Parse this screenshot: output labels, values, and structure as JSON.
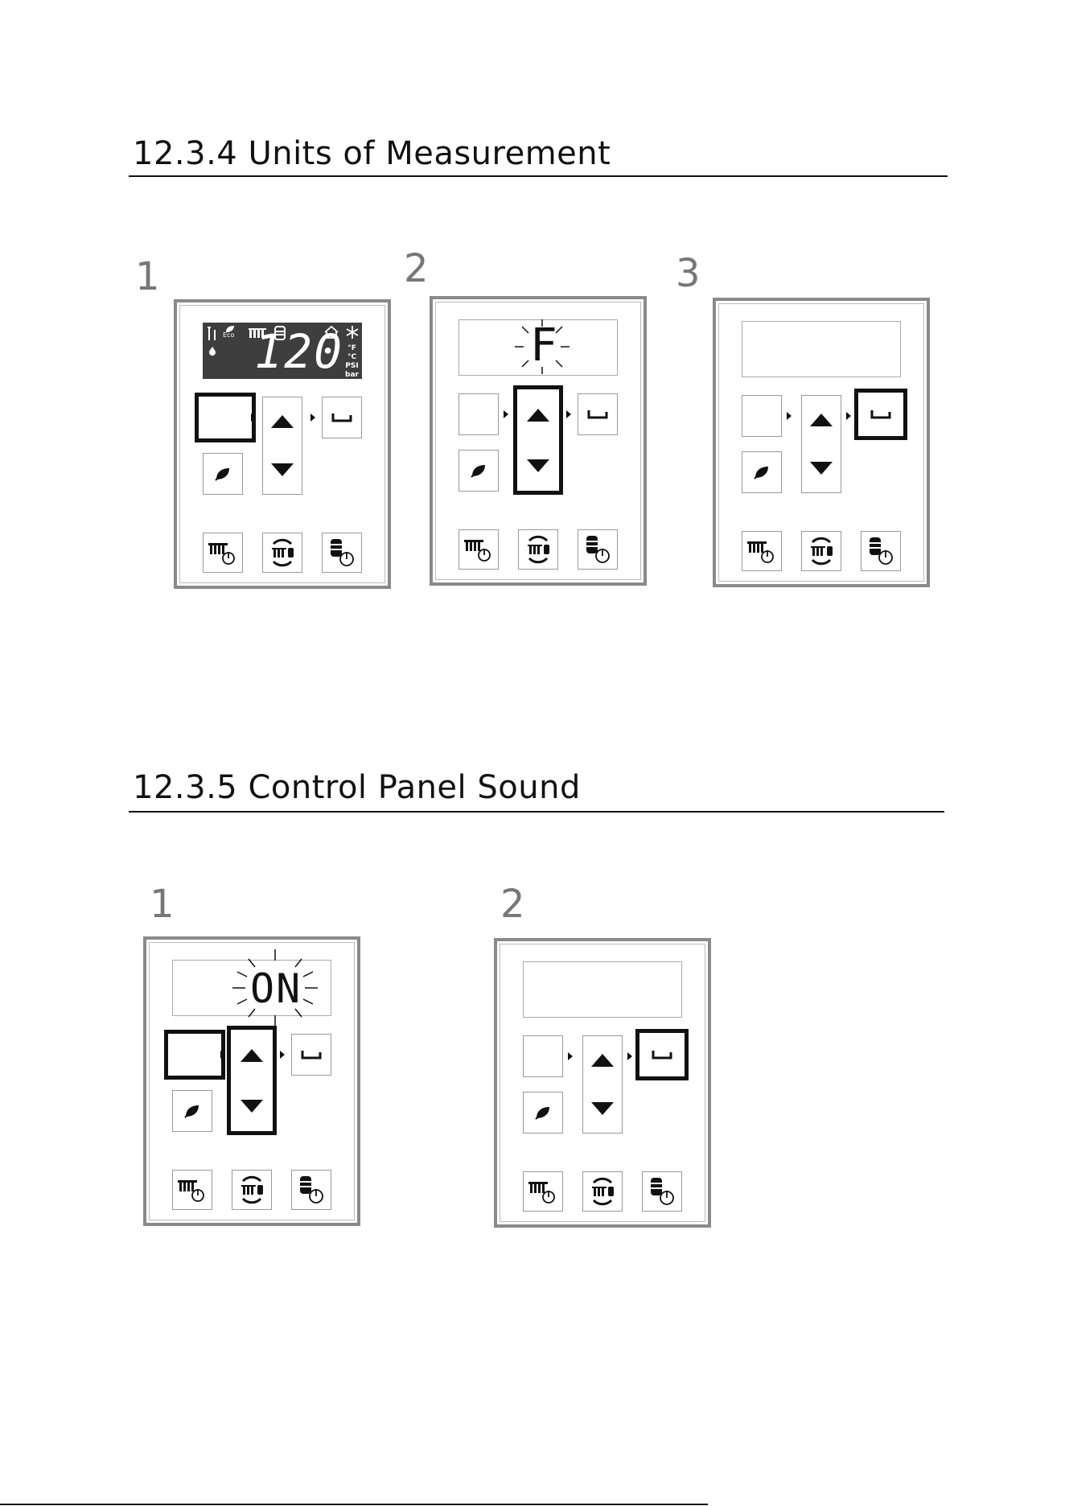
{
  "sections": [
    {
      "title": "12.3.4 Units of Measurement",
      "steps": [
        {
          "number": "1",
          "display": "lcd",
          "lcd": {
            "value": "120",
            "units": [
              "°F",
              "°C",
              "PSI",
              "bar"
            ],
            "eco_label": "Eco"
          },
          "highlight": "menu"
        },
        {
          "number": "2",
          "display": "blink",
          "value": "F",
          "highlight": "arrows"
        },
        {
          "number": "3",
          "display": "blank",
          "value": "",
          "highlight": "enter"
        }
      ]
    },
    {
      "title": "12.3.5 Control Panel Sound",
      "steps": [
        {
          "number": "1",
          "display": "blink",
          "value": "ON",
          "highlight": "menu+arrows"
        },
        {
          "number": "2",
          "display": "blank",
          "value": "",
          "highlight": "enter"
        }
      ]
    }
  ],
  "icons": {
    "menu": "menu-button",
    "up": "arrow-up-icon",
    "down": "arrow-down-icon",
    "enter": "enter-icon",
    "eco": "leaf-icon",
    "ch": "radiator-power-icon",
    "mode": "radiator-cycle-icon",
    "dhw": "tank-power-icon"
  }
}
